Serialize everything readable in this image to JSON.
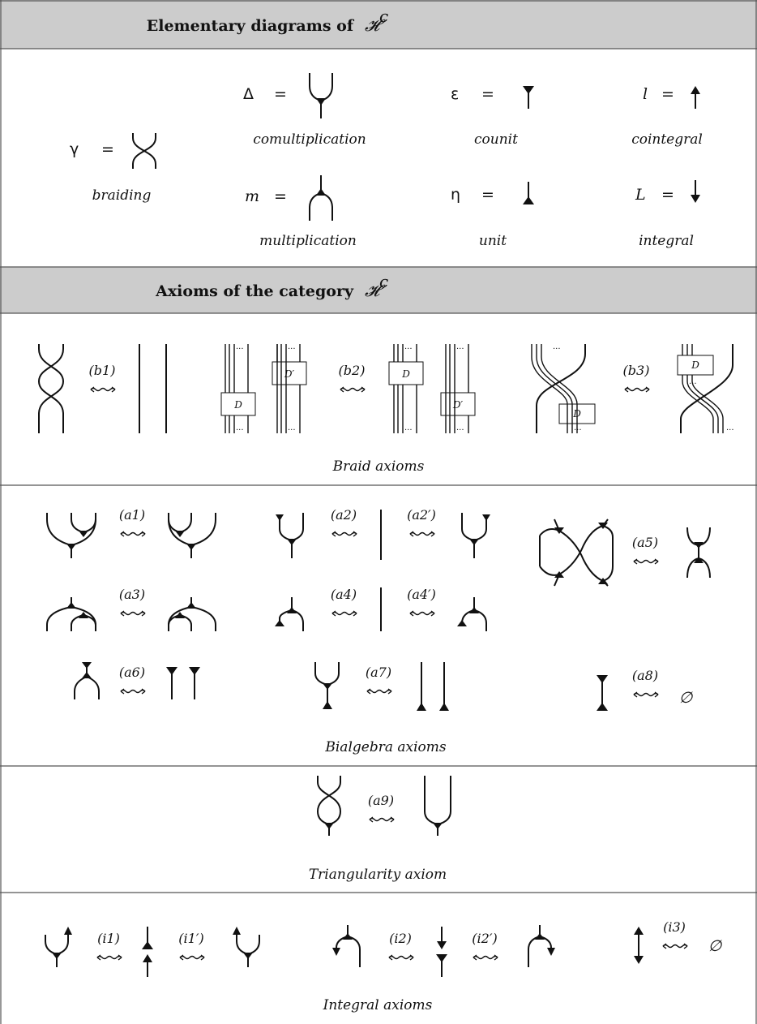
{
  "table": {
    "header1": {
      "prefix": "Elementary diagrams of",
      "category": "𝓗",
      "sup": "c"
    },
    "header2": {
      "prefix": "Axioms of the category",
      "category": "𝓗",
      "sup": "c"
    }
  },
  "elementary": {
    "braiding": {
      "symbol": "γ",
      "eq": "=",
      "caption": "braiding"
    },
    "comultiplication": {
      "symbol": "Δ",
      "eq": "=",
      "caption": "comultiplication"
    },
    "multiplication": {
      "symbol": "m",
      "eq": "=",
      "caption": "multiplication"
    },
    "counit": {
      "symbol": "ε",
      "eq": "=",
      "caption": "counit"
    },
    "unit": {
      "symbol": "η",
      "eq": "=",
      "caption": "unit"
    },
    "cointegral": {
      "symbol": "l",
      "eq": "=",
      "caption": "cointegral"
    },
    "integral": {
      "symbol": "L",
      "eq": "=",
      "caption": "integral"
    }
  },
  "braid_axioms": {
    "caption": "Braid axioms",
    "labels": {
      "b1": "(b1)",
      "b2": "(b2)",
      "b3": "(b3)"
    },
    "box_d": "D",
    "box_dprime": "D′",
    "dots": "···"
  },
  "bialgebra_axioms": {
    "caption": "Bialgebra axioms",
    "labels": {
      "a1": "(a1)",
      "a2": "(a2)",
      "a2p": "(a2′)",
      "a3": "(a3)",
      "a4": "(a4)",
      "a4p": "(a4′)",
      "a5": "(a5)",
      "a6": "(a6)",
      "a7": "(a7)",
      "a8": "(a8)"
    },
    "empty": "∅"
  },
  "triangularity_axiom": {
    "caption": "Triangularity axiom",
    "labels": {
      "a9": "(a9)"
    }
  },
  "integral_axioms": {
    "caption": "Integral axioms",
    "labels": {
      "i1": "(i1)",
      "i1p": "(i1′)",
      "i2": "(i2)",
      "i2p": "(i2′)",
      "i3": "(i3)"
    },
    "empty": "∅"
  },
  "squiggle": "⇝"
}
